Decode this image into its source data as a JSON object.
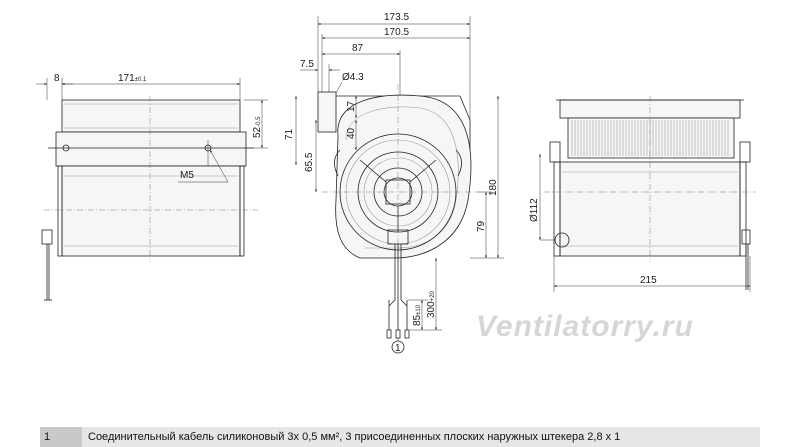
{
  "dimensions": {
    "left_width": "8",
    "left_length": "171",
    "left_length_tol": "±0.1",
    "left_height": "52",
    "left_height_tol": "-0.5",
    "thread": "M5",
    "top_total": "173.5",
    "top_inner": "170.5",
    "top_half": "87",
    "edge": "7.5",
    "hole": "Ø4.3",
    "v17": "17",
    "v71": "71",
    "v40": "40",
    "v65": "65.5",
    "v180": "180",
    "v79": "79",
    "cable": "300",
    "cable_tol": "+20",
    "strip": "85",
    "strip_tol": "±10",
    "diameter": "Ø112",
    "width": "215"
  },
  "callout": "1",
  "watermark": "Ventilatorry.ru",
  "legend": {
    "number": "1",
    "text": "Соединительный кабель силиконовый 3х 0,5 мм², 3 присоединенных плоских наружных штекера 2,8 х 1"
  }
}
